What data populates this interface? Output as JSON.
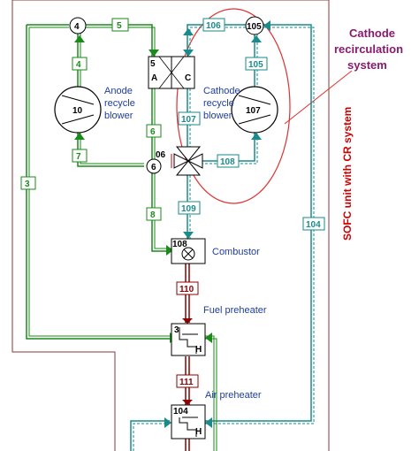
{
  "diagram": {
    "title_side": "SOFC unit with CR system",
    "callout": [
      "Cathode",
      "recirculation",
      "system"
    ],
    "components": {
      "anode_blower_label": [
        "Anode",
        "recycle",
        "blower"
      ],
      "cathode_blower_label": [
        "Cathode",
        "recycle",
        "blower"
      ],
      "combustor_label": "Combustor",
      "fuel_preheater_label": "Fuel preheater",
      "air_preheater_label": "Air preheater",
      "fuel_cell_anode": "A",
      "fuel_cell_cathode": "C",
      "fuel_cell_id": "5",
      "hx_h_label": "H",
      "anode_blower_id": "10",
      "cathode_blower_id": "107",
      "combustor_id": "108",
      "fuel_hx_id": "3",
      "air_hx_id": "104"
    },
    "nodes": {
      "n4": "4",
      "n105": "105",
      "n6": "6",
      "n06": "06"
    },
    "streams": {
      "s3": "3",
      "s4": "4",
      "s5": "5",
      "s6": "6",
      "s7": "7",
      "s8": "8",
      "s104": "104",
      "s105": "105",
      "s106": "106",
      "s107": "107",
      "s108": "108",
      "s109": "109",
      "s110": "110",
      "s111": "111"
    },
    "colors": {
      "anode_green": "#1a8a1a",
      "cathode_teal": "#1a8a8a",
      "exhaust_dark_red": "#8b0000",
      "boundary_brown": "#8b3a3a",
      "callout_red": "#e03030"
    }
  }
}
